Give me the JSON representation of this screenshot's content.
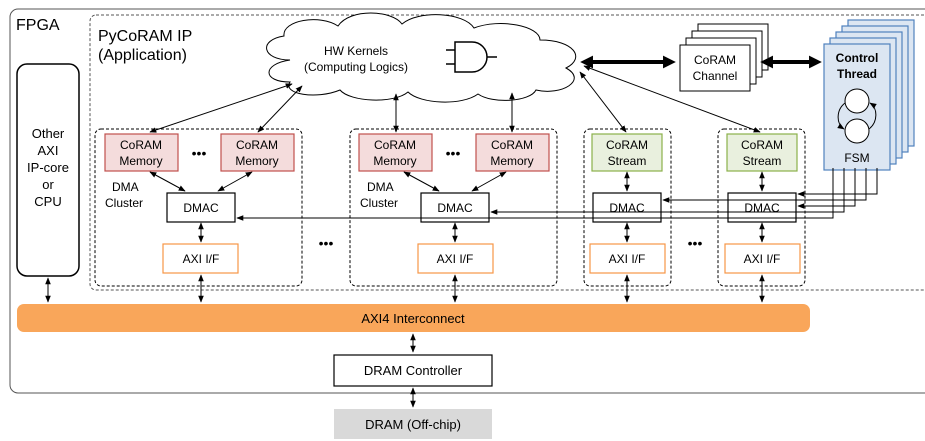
{
  "fpga": {
    "label": "FPGA"
  },
  "ip": {
    "title": "PyCoRAM IP",
    "subtitle": "(Application)"
  },
  "other": {
    "lines": [
      "Other",
      "AXI",
      "IP-core",
      "or",
      "CPU"
    ]
  },
  "kernels": {
    "line1": "HW Kernels",
    "line2": "(Computing Logics)"
  },
  "channel": {
    "line1": "CoRAM",
    "line2": "Channel"
  },
  "control": {
    "line1": "Control",
    "line2": "Thread",
    "fsm": "FSM"
  },
  "memory": {
    "line1": "CoRAM",
    "line2": "Memory"
  },
  "stream": {
    "line1": "CoRAM",
    "line2": "Stream"
  },
  "cluster": {
    "line1": "DMA",
    "line2": "Cluster"
  },
  "dmac": "DMAC",
  "axi_if": "AXI I/F",
  "ellipsis": "•••",
  "interconnect": "AXI4 Interconnect",
  "dram_controller": "DRAM Controller",
  "dram": "DRAM (Off-chip)",
  "colors": {
    "memory_fill": "#f4dcdc",
    "memory_stroke": "#c0504d",
    "stream_fill": "#e9f0de",
    "stream_stroke": "#8bb04a",
    "axi_if_stroke": "#f79646",
    "interconnect": "#f9a65a",
    "control_fill": "#dce6f2",
    "control_stroke": "#4f81bd",
    "dram_fill": "#d9d9d9"
  }
}
